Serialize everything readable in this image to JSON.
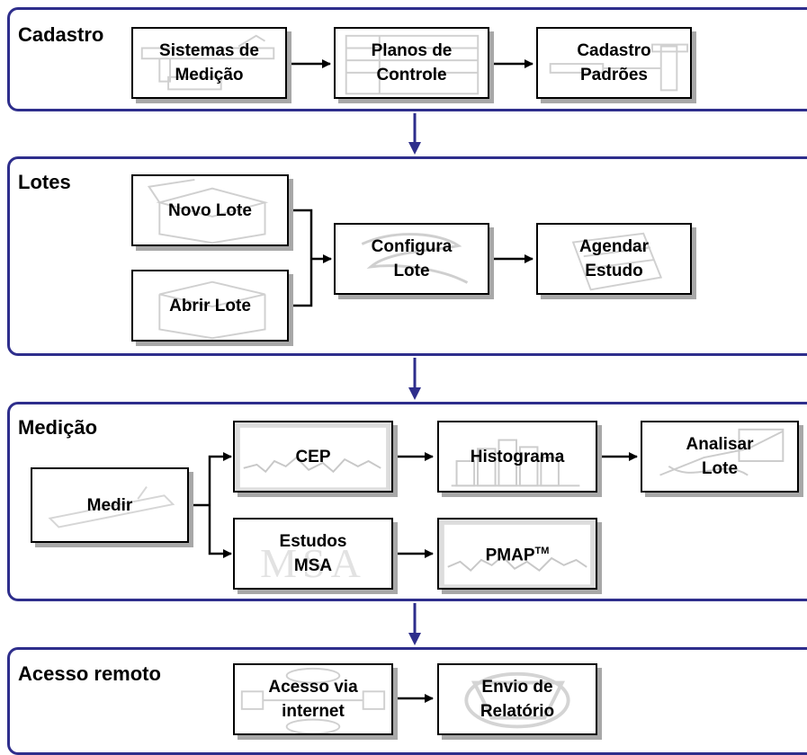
{
  "groups": {
    "cadastro": {
      "title": "Cadastro",
      "boxes": {
        "sistemas": "Sistemas de\nMedição",
        "planos": "Planos de\nControle",
        "padroes": "Cadastro\nPadrões"
      }
    },
    "lotes": {
      "title": "Lotes",
      "boxes": {
        "novo": "Novo Lote",
        "abrir": "Abrir Lote",
        "configura": "Configura\nLote",
        "agendar": "Agendar\nEstudo"
      }
    },
    "medicao": {
      "title": "Medição",
      "boxes": {
        "medir": "Medir",
        "cep": "CEP",
        "histograma": "Histograma",
        "analisar": "Analisar\nLote",
        "estudos": "Estudos\nMSA",
        "pmap": "PMAP",
        "pmap_sup": "TM"
      }
    },
    "acesso": {
      "title": "Acesso remoto",
      "boxes": {
        "internet": "Acesso via\ninternet",
        "relatorio": "Envio de\nRelatório"
      }
    }
  },
  "watermarks": {
    "msa": "MSA"
  },
  "colors": {
    "frame": "#2e2e8c",
    "arrow": "#000000",
    "shadow": "#a8a8a8"
  }
}
